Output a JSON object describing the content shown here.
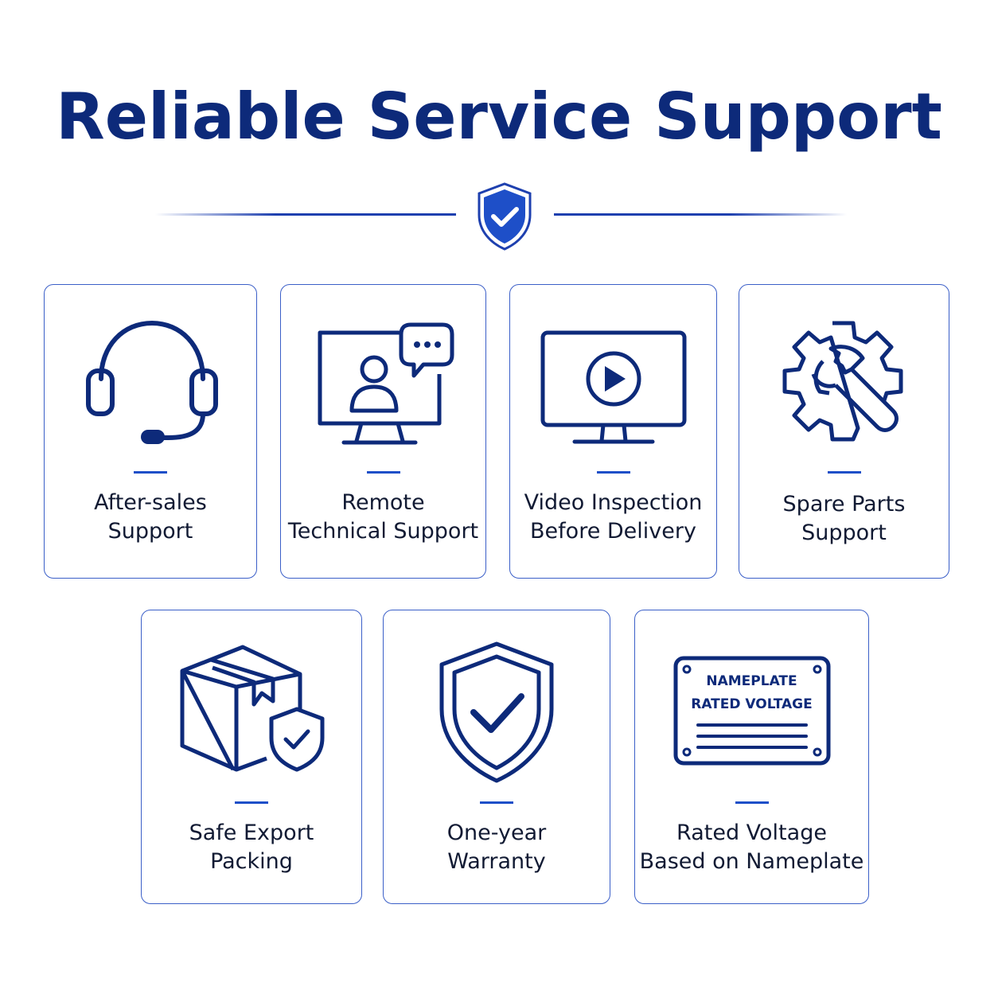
{
  "title": "Reliable Service Support",
  "colors": {
    "primary": "#0d2a7a",
    "accent": "#1e4fc8",
    "border": "#3b5fc8",
    "text": "#111a33"
  },
  "divider": {
    "icon": "shield-check-icon"
  },
  "cards": [
    {
      "icon": "headset-icon",
      "line1": "After-sales",
      "line2": "Support"
    },
    {
      "icon": "monitor-chat-person-icon",
      "line1": "Remote",
      "line2": "Technical Support"
    },
    {
      "icon": "monitor-play-icon",
      "line1": "Video Inspection",
      "line2": "Before Delivery"
    },
    {
      "icon": "gear-wrench-icon",
      "line1": "Spare Parts",
      "line2": "Support"
    },
    {
      "icon": "box-shield-icon",
      "line1": "Safe Export",
      "line2": "Packing"
    },
    {
      "icon": "shield-check-icon",
      "line1": "One-year",
      "line2": "Warranty"
    },
    {
      "icon": "nameplate-icon",
      "line1": "Rated Voltage",
      "line2": "Based on Nameplate"
    }
  ],
  "nameplate": {
    "line1": "NAMEPLATE",
    "line2": "RATED VOLTAGE"
  }
}
